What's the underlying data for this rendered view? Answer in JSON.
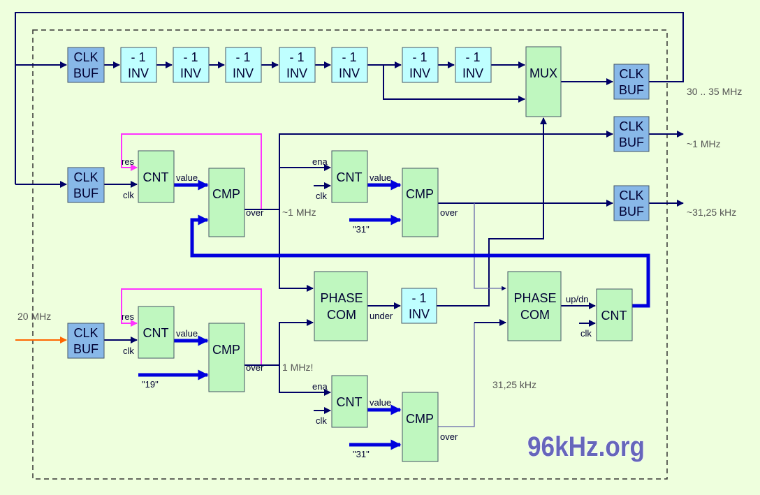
{
  "colors": {
    "background": "#eeffdd",
    "clk_buf_fill": "#88b8e8",
    "inv_fill": "#bfffff",
    "logic_fill": "#bff7bf",
    "wire": "#000066",
    "bus": "#0000dd",
    "reset_wire": "#ff33ff",
    "input_wire": "#ff6600",
    "logo": "#6666bb"
  },
  "blocks": {
    "clkbuf_a": [
      "CLK",
      "BUF"
    ],
    "clkbuf_b": [
      "CLK",
      "BUF"
    ],
    "clkbuf_c": [
      "CLK",
      "BUF"
    ],
    "clkbuf_d": [
      "CLK",
      "BUF"
    ],
    "clkbuf_e": [
      "CLK",
      "BUF"
    ],
    "clkbuf_f": [
      "CLK",
      "BUF"
    ],
    "inv1": [
      "- 1",
      "INV"
    ],
    "inv2": [
      "- 1",
      "INV"
    ],
    "inv3": [
      "- 1",
      "INV"
    ],
    "inv4": [
      "- 1",
      "INV"
    ],
    "inv5": [
      "- 1",
      "INV"
    ],
    "inv6": [
      "- 1",
      "INV"
    ],
    "inv7": [
      "- 1",
      "INV"
    ],
    "inv8": [
      "- 1",
      "INV"
    ],
    "mux": "MUX",
    "cnt1": "CNT",
    "cnt2": "CNT",
    "cnt3": "CNT",
    "cnt4": "CNT",
    "cnt5": "CNT",
    "cmp1": "CMP",
    "cmp2": "CMP",
    "cmp3": "CMP",
    "cmp4": "CMP",
    "phase1": [
      "PHASE",
      "COM"
    ],
    "phase2": [
      "PHASE",
      "COM"
    ]
  },
  "ports": {
    "res": "res",
    "clk": "clk",
    "ena": "ena",
    "value": "value",
    "over": "over",
    "under": "under",
    "updn": "up/dn"
  },
  "constants": {
    "c31a": "\"31\"",
    "c19": "\"19\"",
    "c31b": "\"31\""
  },
  "labels": {
    "out_30_35": "30 .. 35 MHz",
    "out_1mhz": "~1 MHz",
    "out_31k": "~31,25 kHz",
    "mid_1mhz": "~1 MHz",
    "mid_1mhz_excl": "1 MHz!",
    "in_20mhz": "20 MHz",
    "mid_31k": "31,25 kHz"
  },
  "logo": "96kHz.org"
}
